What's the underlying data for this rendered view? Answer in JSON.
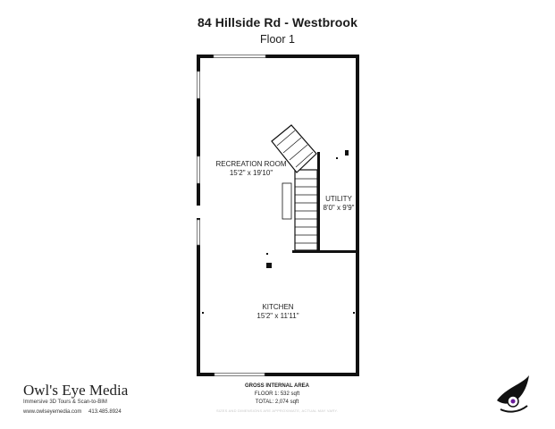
{
  "header": {
    "title": "84 Hillside Rd - Westbrook",
    "floor": "Floor 1"
  },
  "rooms": [
    {
      "name": "RECREATION ROOM",
      "dims": "15'2\" x 19'10\""
    },
    {
      "name": "UTILITY",
      "dims": "8'0\" x 9'9\""
    },
    {
      "name": "KITCHEN",
      "dims": "15'2\" x 11'11\""
    }
  ],
  "area": {
    "heading": "GROSS INTERNAL AREA",
    "floor_line": "FLOOR 1: 532 sqft",
    "total_line": "TOTAL: 2,074 sqft",
    "disclaimer": "SIZES AND DIMENSIONS ARE APPROXIMATE, ACTUAL MAY VARY."
  },
  "brand": {
    "name": "Owl's Eye Media",
    "tagline": "Immersive 3D Tours & Scan-to-BIM",
    "website": "www.owlseyemedia.com",
    "phone": "413.485.8924",
    "logo_icon": "owl-eye-logo-icon"
  },
  "colors": {
    "wall": "#111111",
    "window": "#9aa0a6",
    "disclaimer": "#c8c8c8"
  }
}
